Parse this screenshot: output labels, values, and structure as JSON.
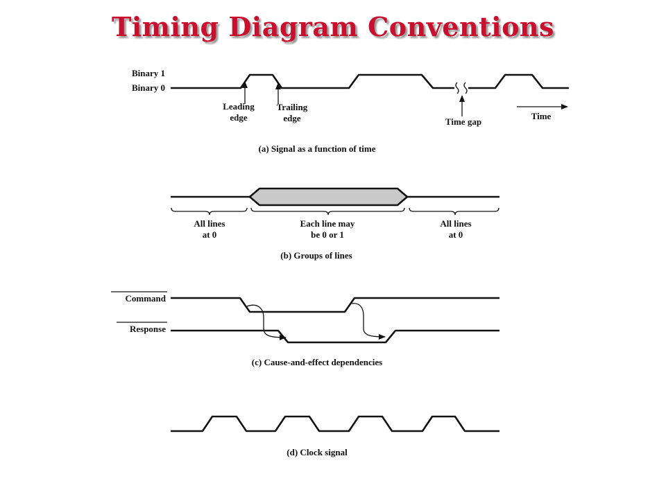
{
  "title": "Timing Diagram Conventions",
  "colors": {
    "title": "#c8102e",
    "bus_fill": "#c9c9c9",
    "line": "#111111"
  },
  "panel_a": {
    "binary1": "Binary 1",
    "binary0": "Binary 0",
    "leading_line1": "Leading",
    "leading_line2": "edge",
    "trailing_line1": "Trailing",
    "trailing_line2": "edge",
    "time_gap": "Time gap",
    "time": "Time",
    "caption": "(a) Signal as a function of time"
  },
  "panel_b": {
    "left_line1": "All lines",
    "left_line2": "at 0",
    "mid_line1": "Each line may",
    "mid_line2": "be 0 or 1",
    "right_line1": "All lines",
    "right_line2": "at 0",
    "caption": "(b) Groups of lines"
  },
  "panel_c": {
    "command": "Command",
    "response": "Response",
    "caption": "(c) Cause-and-effect dependencies"
  },
  "panel_d": {
    "caption": "(d) Clock signal"
  }
}
